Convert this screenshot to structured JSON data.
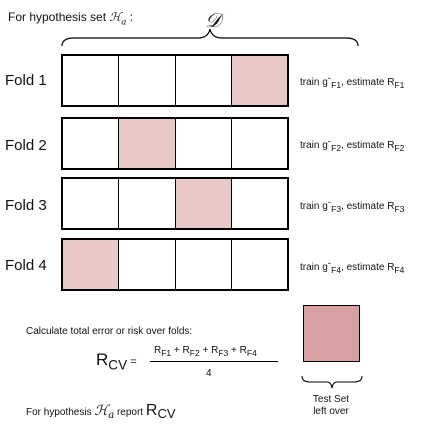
{
  "header": {
    "prefix": "For hypothesis set ",
    "symbol": "ℋ",
    "subscript": "a",
    "suffix": " :"
  },
  "dataset_label": "𝒟",
  "folds": [
    {
      "label": "Fold 1",
      "test_index": 3,
      "note_train": "train g",
      "note_mark": "ˉ",
      "note_sub_g": "F1",
      "note_estimate": ", estimate R",
      "note_sub_r": "F1"
    },
    {
      "label": "Fold 2",
      "test_index": 1,
      "note_train": "train g",
      "note_mark": "ˉ",
      "note_sub_g": "F2",
      "note_estimate": ", estimate R",
      "note_sub_r": "F2"
    },
    {
      "label": "Fold 3",
      "test_index": 2,
      "note_train": "train g",
      "note_mark": "ˉ",
      "note_sub_g": "F3",
      "note_estimate": ", estimate R",
      "note_sub_r": "F3"
    },
    {
      "label": "Fold 4",
      "test_index": 0,
      "note_train": "train g",
      "note_mark": "ˉ",
      "note_sub_g": "F4",
      "note_estimate": ", estimate R",
      "note_sub_r": "F4"
    }
  ],
  "calc_text": "Calculate total error or risk over folds:",
  "formula": {
    "lhs": "R",
    "lhs_sub": "CV",
    "eq": " =",
    "terms": [
      {
        "r": "R",
        "sub": "F1"
      },
      {
        "r": " + R",
        "sub": "F2"
      },
      {
        "r": " + R",
        "sub": "F3"
      },
      {
        "r": " + R",
        "sub": "F4"
      }
    ],
    "denominator": "4"
  },
  "report": {
    "prefix": "For hypothesis ",
    "symbol": "ℋ",
    "subscript": "a",
    "middle": " report ",
    "r": "R",
    "r_sub": "CV"
  },
  "test_set": {
    "line1": "Test Set",
    "line2": "left over"
  },
  "colors": {
    "test_cell": "#e9c8c8",
    "test_box": "#d7a1a1"
  }
}
